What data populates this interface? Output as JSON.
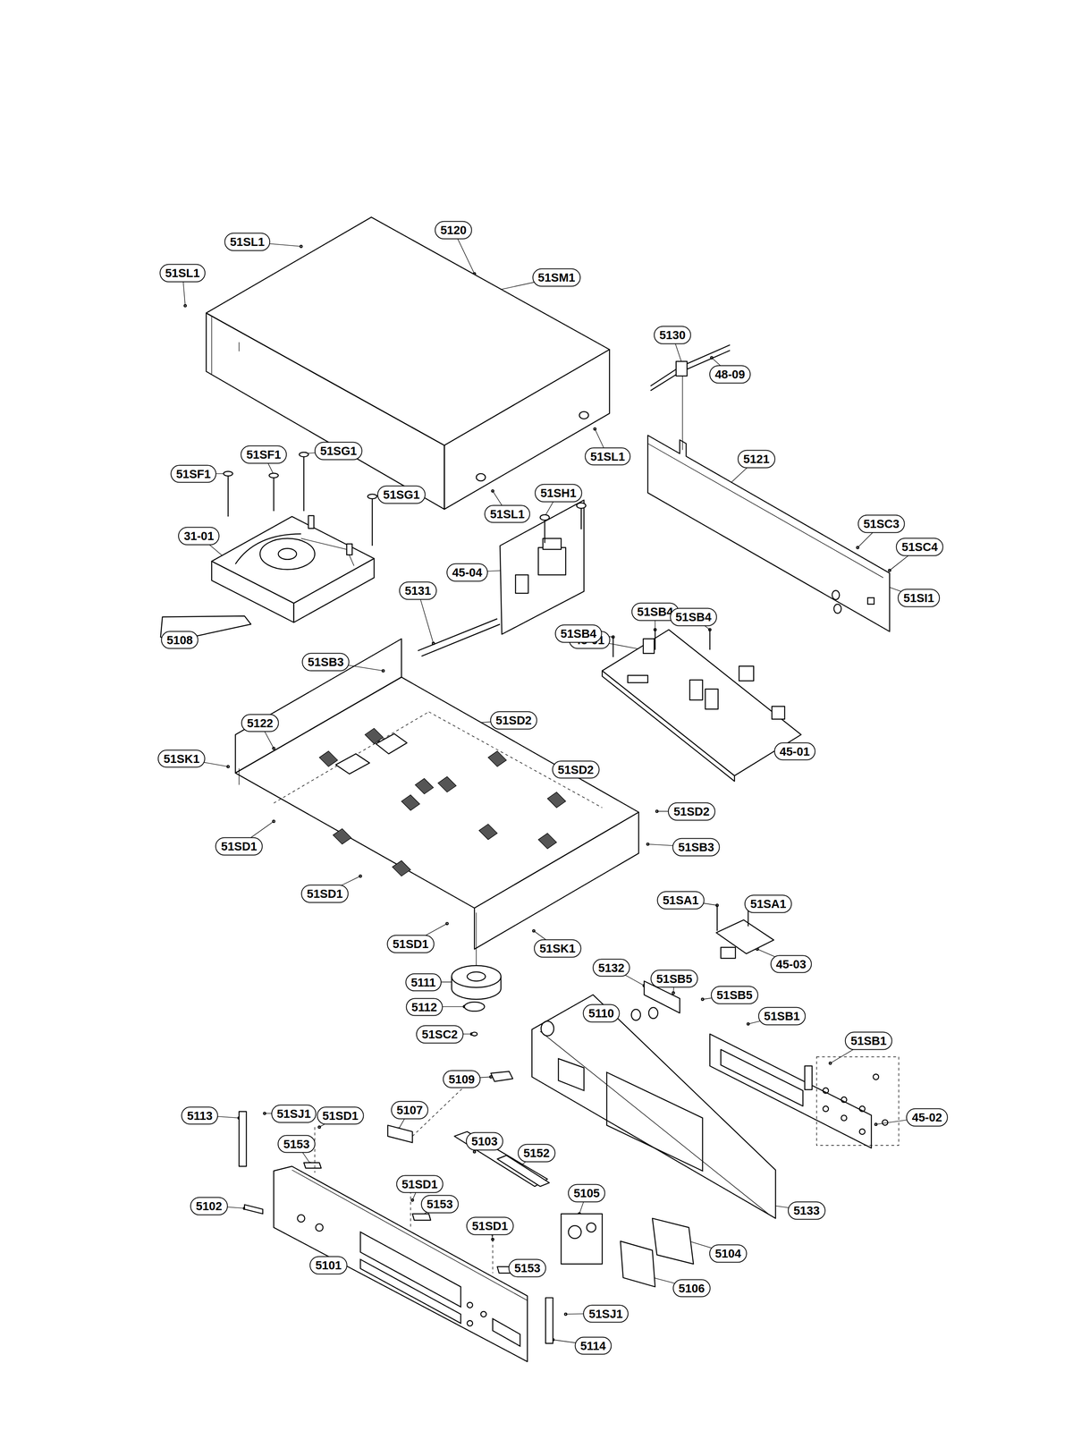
{
  "diagram": {
    "labels": [
      "5120",
      "51SL1",
      "51SL1",
      "51SM1",
      "5130",
      "48-09",
      "51SL1",
      "51SL1",
      "5121",
      "51SF1",
      "51SG1",
      "51SF1",
      "51SG1",
      "51SH1",
      "31-01",
      "45-04",
      "5131",
      "51SC3",
      "51SC4",
      "51SI1",
      "5108",
      "48-01",
      "51SB4",
      "51SB4",
      "51SB4",
      "51SB3",
      "5122",
      "51SD2",
      "51SK1",
      "51SD2",
      "45-01",
      "51SD2",
      "51SB3",
      "51SD1",
      "51SD1",
      "51SA1",
      "51SA1",
      "51SD1",
      "51SK1",
      "45-03",
      "5111",
      "51SB5",
      "5132",
      "51SB5",
      "5112",
      "5110",
      "51SB1",
      "51SC2",
      "51SB1",
      "5109",
      "5113",
      "51SJ1",
      "51SD1",
      "5107",
      "45-02",
      "5103",
      "5152",
      "5153",
      "5102",
      "51SD1",
      "5153",
      "5105",
      "5133",
      "51SD1",
      "5153",
      "5104",
      "5101",
      "5106",
      "51SJ1",
      "5114"
    ]
  }
}
